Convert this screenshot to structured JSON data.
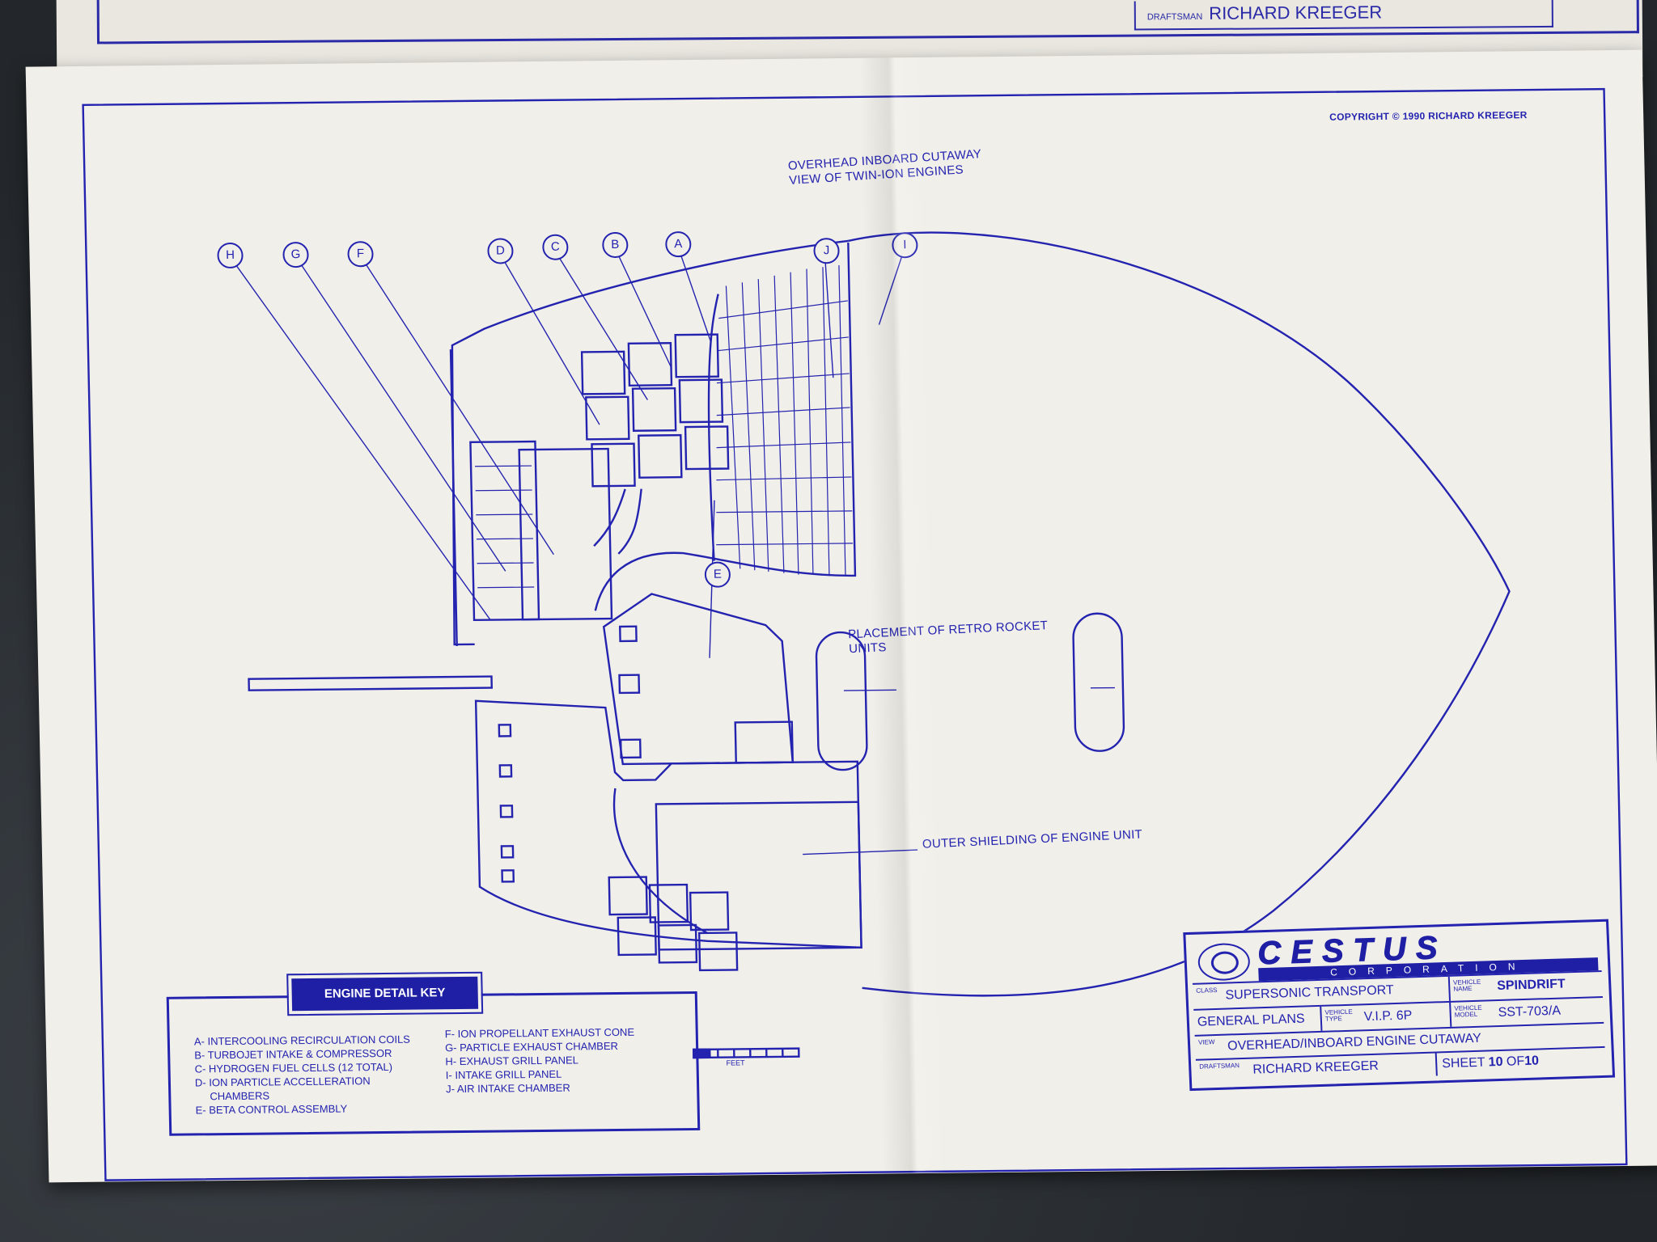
{
  "back_sheet": {
    "draftsman_label": "DRAFTSMAN",
    "draftsman_name": "RICHARD KREEGER"
  },
  "copyright": "COPYRIGHT © 1990  RICHARD KREEGER",
  "view_title": "OVERHEAD INBOARD CUTAWAY\nVIEW OF TWIN-ION ENGINES",
  "callouts": [
    "H",
    "G",
    "F",
    "D",
    "C",
    "B",
    "A",
    "J",
    "I",
    "E"
  ],
  "annotations": {
    "retro": "PLACEMENT OF RETRO ROCKET\nUNITS",
    "shielding": "OUTER SHIELDING OF ENGINE UNIT"
  },
  "key": {
    "title": "ENGINE DETAIL KEY",
    "left": [
      "A- INTERCOOLING RECIRCULATION COILS",
      "B- TURBOJET INTAKE & COMPRESSOR",
      "C- HYDROGEN FUEL CELLS (12 TOTAL)",
      "D- ION PARTICLE ACCELLERATION",
      "     CHAMBERS",
      "E- BETA CONTROL ASSEMBLY"
    ],
    "right": [
      "F- ION PROPELLANT EXHAUST CONE",
      "G- PARTICLE EXHAUST CHAMBER",
      "H- EXHAUST GRILL PANEL",
      "I- INTAKE GRILL PANEL",
      "J- AIR INTAKE CHAMBER"
    ]
  },
  "scale_label": "FEET",
  "title_block": {
    "company": "CESTUS",
    "company_sub": "CORPORATION",
    "class_label": "CLASS",
    "class_value": "SUPERSONIC TRANSPORT",
    "vehicle_name_label": "VEHICLE NAME",
    "vehicle_name": "SPINDRIFT",
    "plans": "GENERAL PLANS",
    "vehicle_type_label": "VEHICLE TYPE",
    "vehicle_type": "V.I.P. 6P",
    "vehicle_model_label": "VEHICLE MODEL",
    "vehicle_model": "SST-703/A",
    "view_label": "VIEW",
    "view_value": "OVERHEAD/INBOARD ENGINE CUTAWAY",
    "draftsman_label": "DRAFTSMAN",
    "draftsman": "RICHARD KREEGER",
    "sheet_label": "SHEET",
    "sheet_num": "10",
    "sheet_of": "OF",
    "sheet_total": "10"
  },
  "colors": {
    "ink": "#2323b0",
    "paper": "#f1efe9",
    "background": "#2b2f33"
  }
}
